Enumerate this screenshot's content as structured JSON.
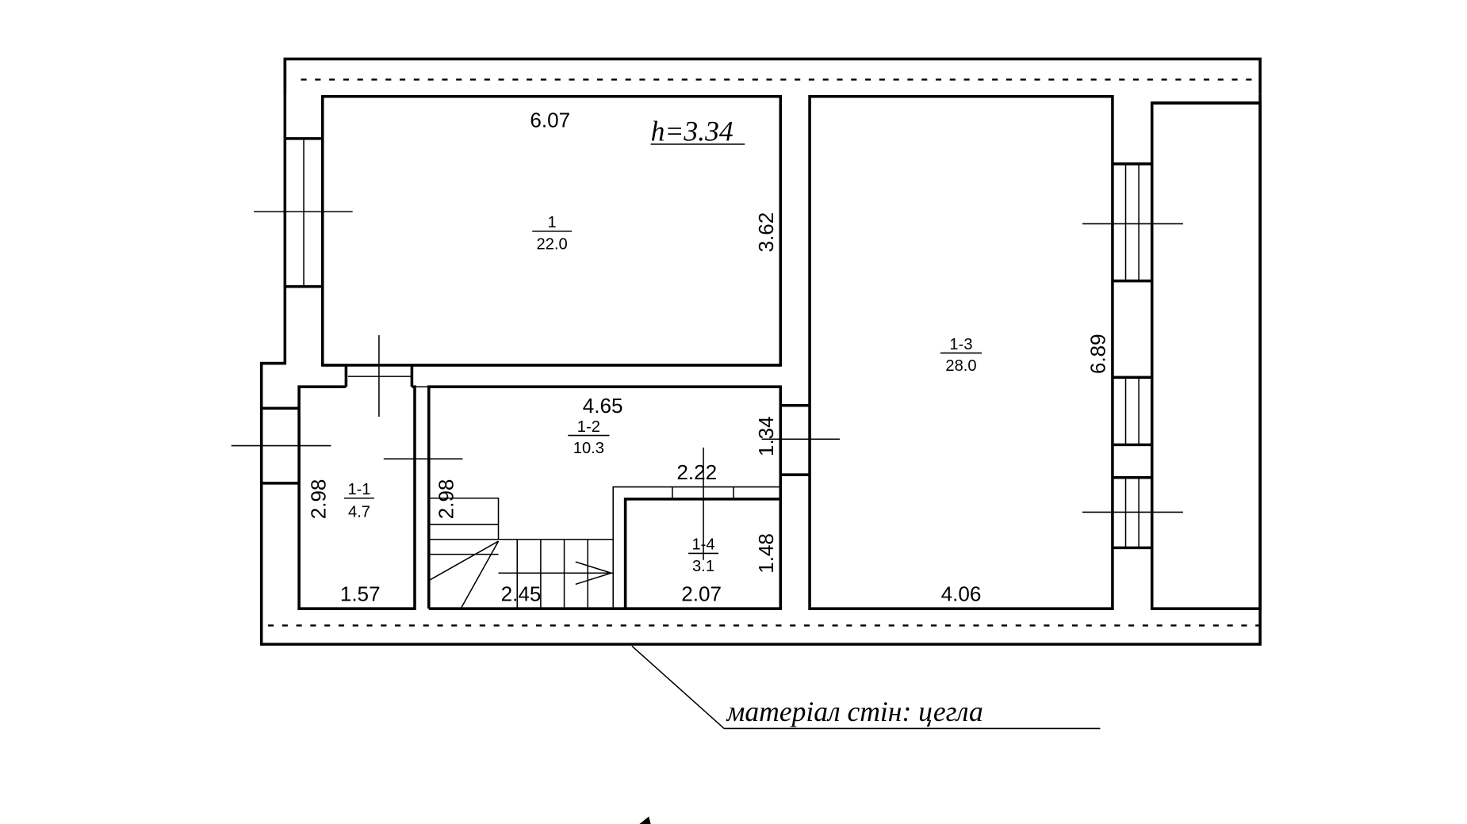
{
  "plan": {
    "height_label": "h=3.34",
    "wall_material": "матеріал стін: цегла",
    "rooms": [
      {
        "id": "1",
        "area": "22.0",
        "width": "6.07",
        "length": "3.62"
      },
      {
        "id": "1-1",
        "area": "4.7",
        "width": "1.57",
        "length": "2.98"
      },
      {
        "id": "1-2",
        "area": "10.3",
        "width": "4.65",
        "length": "2.98",
        "extra_width": "2.45",
        "extra_length": "1.34"
      },
      {
        "id": "1-3",
        "area": "28.0",
        "width": "4.06",
        "length": "6.89"
      },
      {
        "id": "1-4",
        "area": "3.1",
        "width": "2.07",
        "length": "1.48",
        "extra_width": "2.22"
      }
    ]
  }
}
